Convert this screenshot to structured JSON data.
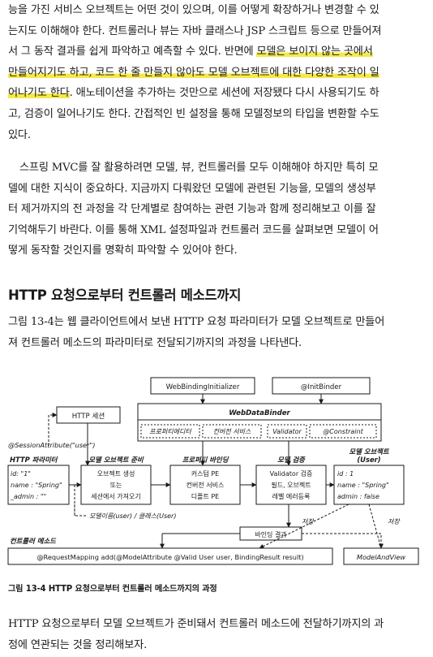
{
  "para1": [
    "능을 가진 서비스 오브젝트는 어떤 것이 있으며, 이를 어떻게 확장하거나 변경할 수 있",
    "는지도 이해해야 한다. 컨트롤러나 뷰는 자바 클래스나 JSP 스크립트 등으로 만들어져",
    "서 그 동작 결과를 쉽게 파악하고 예측할 수 있다. 반면에 ",
    "모델은 보이지 않는 곳에서",
    "만들어지기도 하고, 코드 한 줄 만들지 않아도 모델 오브젝트에 대한 다양한 조작이 일",
    "어나기도 한다",
    ". 애노테이션을 추가하는 것만으로 세션에 저장됐다 다시 사용되기도 하",
    "고, 검증이 일어나기도 한다. 간접적인 빈 설정을 통해 모델정보의 타입을 변환할 수도",
    "있다."
  ],
  "para2": [
    "스프링 MVC를 잘 활용하려면 모델, 뷰, 컨트롤러를 모두 이해해야 하지만 특히 모",
    "델에 대한 지식이 중요하다. 지금까지 다뤄왔던 모델에 관련된 기능을, 모델의 생성부",
    "터 제거까지의 전 과정을 각 단계별로 참여하는 관련 기능과 함께 정리해보고 이를 잘",
    "기억해두기 바란다. 이를 통해 XML 설정파일과 컨트롤러 코드를 살펴보면 모델이 어",
    "떻게 동작할 것인지를 명확히 파악할 수 있어야 한다."
  ],
  "heading": "HTTP 요청으로부터 컨트롤러 메소드까지",
  "para3": [
    "그림 13-4는 웹 클라이언트에서 보낸 HTTP 요청 파라미터가 모델 오브젝트로 만들어",
    "져 컨트롤러 메소드의 파라미터로 전달되기까지의 과정을 나타낸다."
  ],
  "diagram": {
    "web_binding_initializer": "WebBindingInitializer",
    "init_binder": "@InitBinder",
    "http_session": "HTTP 세션",
    "web_data_binder": "WebDataBinder",
    "property_editor": "프로퍼티에디터",
    "conversion_service": "컨버전 서비스",
    "validator": "Validator",
    "constraint": "@Constraint",
    "session_attribute": "@SessionAttribute(\"user\")",
    "http_param_title": "HTTP 파라미터",
    "http_param_lines": [
      "id: \"1\"",
      "name : \"Spring\"",
      "_admin : \"\""
    ],
    "stage1_title": "모델 오브젝트 준비",
    "stage1_lines": [
      "오브젝트 생성",
      "또는",
      "세션에서 가져오기"
    ],
    "stage2_title": "프로퍼티 바인딩",
    "stage2_lines": [
      "커스텀 PE",
      "컨버전 서비스",
      "디폴트 PE"
    ],
    "stage3_title": "모델 검증",
    "stage3_lines": [
      "Validator 검증",
      "필드, 오브젝트",
      "레벨 에러등록"
    ],
    "model_object_title_1": "모델 오브젝트",
    "model_object_title_2": "(User)",
    "model_object_lines": [
      "id : 1",
      "name : \"Spring\"",
      "admin : false"
    ],
    "model_name_label": "모델이름(user) / 클래스(User)",
    "save_label_1": "저장",
    "save_label_2": "저장",
    "binding_result": "바인딩 결과",
    "controller_method_title": "컨트롤러 메소드",
    "request_mapping": "@RequestMapping add(@ModelAttribute @Valid User user, BindingResult result)",
    "model_and_view": "ModelAndView"
  },
  "caption": "그림 13-4 HTTP 요청으로부터 컨트롤러 메소드까지의 과정",
  "para4": [
    "HTTP 요청으로부터 모델 오브젝트가 준비돼서 컨트롤러 메소드에 전달하기까지의 과",
    "정에 연관되는 것을 정리해보자."
  ]
}
